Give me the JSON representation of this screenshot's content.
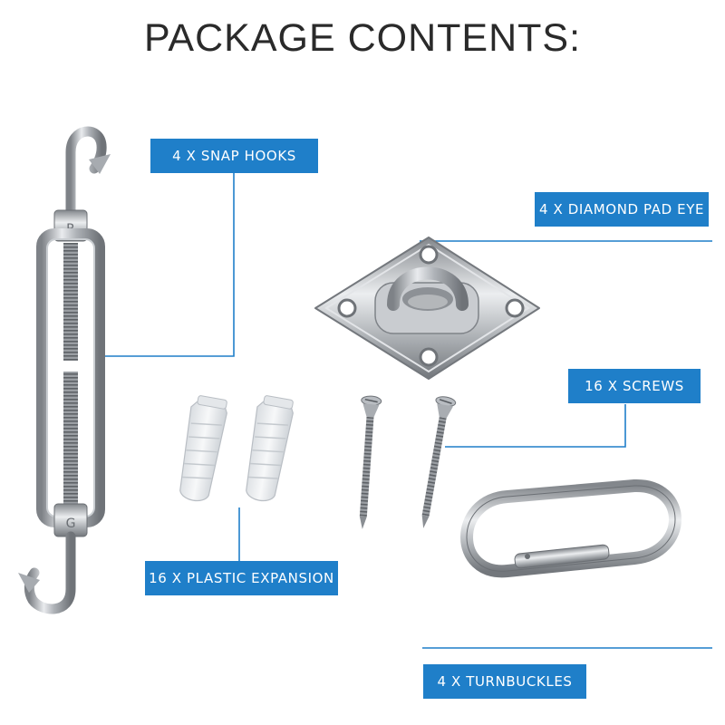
{
  "title": "PACKAGE CONTENTS:",
  "labels": {
    "snap_hooks": "4 X SNAP HOOKS",
    "pad_eye": "4 X DIAMOND PAD EYE",
    "screws": "16 X SCREWS",
    "plastic": "16 X PLASTIC EXPANSION",
    "turnbuckles": "4 X TURNBUCKLES"
  },
  "turnbuckle_marks": {
    "top": "R",
    "bottom": "G"
  },
  "colors": {
    "label_bg": "#1f7fc9",
    "connector": "#1f7fc9",
    "title": "#2a2a2a",
    "steel": "#b9bcc0",
    "plastic": "#eef0f2"
  },
  "icons": [
    "turnbuckle-icon",
    "diamond-pad-eye-icon",
    "screw-icon",
    "wall-plug-icon",
    "snap-hook-icon"
  ]
}
